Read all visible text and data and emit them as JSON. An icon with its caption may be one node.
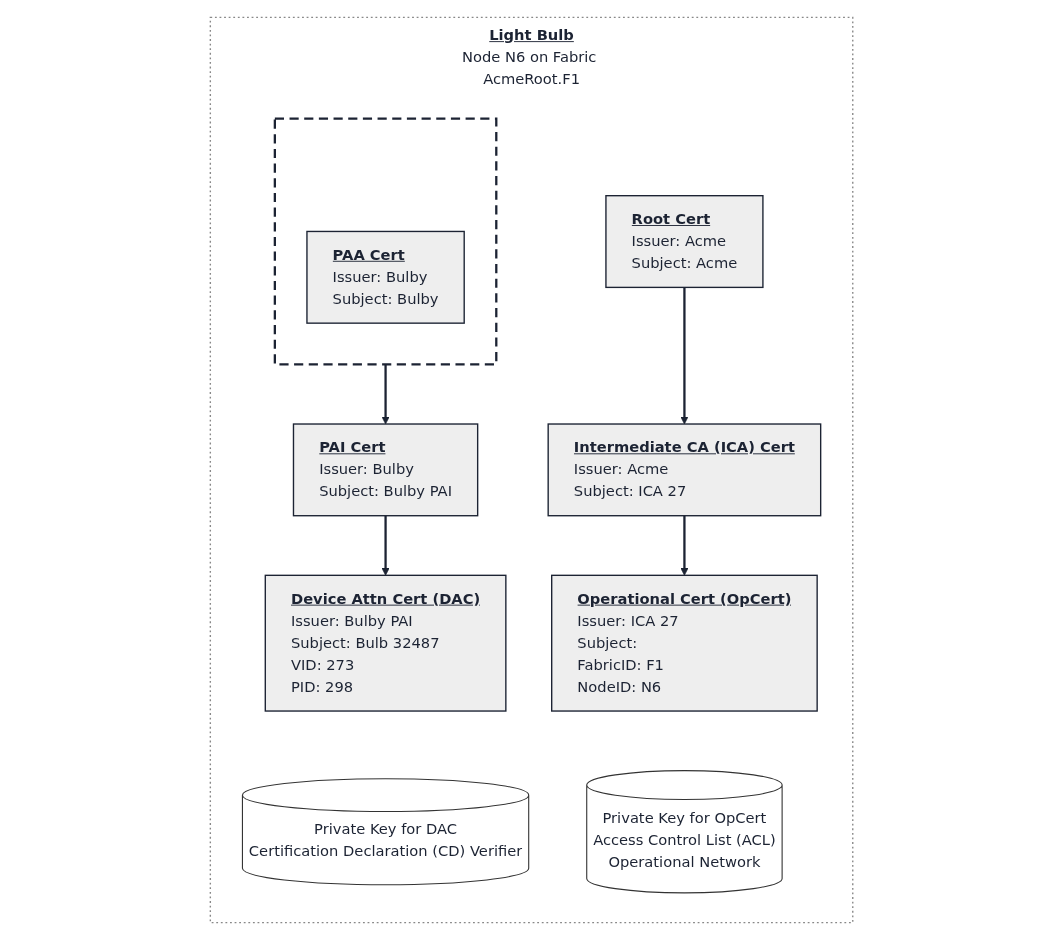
{
  "diagram": {
    "nodes": [
      {
        "text": [
          "Light Bulb",
          "Node N6 on Fabric AcmeRoot.F1"
        ]
      },
      {
        "text": [],
        "shape": "box",
        "in": 0
      },
      {
        "text": [
          "PAA Cert",
          "Issuer: Bulby",
          "Subject: Bulby"
        ],
        "in": 1
      },
      {
        "text": [
          "Root Cert",
          "Issuer: Acme",
          "Subject: Acme"
        ],
        "in": 0
      },
      {
        "text": [
          "PAI Cert",
          "Issuer: Bulby",
          "Subject: Bulby PAI"
        ],
        "in": 0
      },
      {
        "text": [
          "Intermediate CA (ICA) Cert",
          "Issuer: Acme",
          "Subject: ICA 27"
        ],
        "in": 0
      },
      {
        "text": [
          "Device Attn Cert (DAC)",
          "Issuer: Bulby PAI",
          "Subject: Bulb 32487",
          "VID: 273",
          "PID: 298"
        ],
        "in": 0
      },
      {
        "text": [
          "Operational Cert (OpCert)",
          "Issuer: ICA 27",
          "Subject:",
          "FabricID: F1",
          "NodeID: N6"
        ],
        "in": 0
      },
      {
        "text": [
          "Private Key for DAC",
          "Certification Declaration (CD) Verifier"
        ],
        "in": 0
      },
      {
        "text": [
          "Private Key for OpCert",
          "Access Control List (ACL)",
          "Operational Network"
        ],
        "in": 0
      }
    ],
    "edges": [
      {
        "from": 1,
        "to": 4,
        "arrow": "to"
      },
      {
        "from": 4,
        "to": 6,
        "arrow": "to"
      },
      {
        "from": 3,
        "to": 5,
        "arrow": "to"
      },
      {
        "from": 5,
        "to": 7,
        "arrow": "to"
      }
    ]
  }
}
